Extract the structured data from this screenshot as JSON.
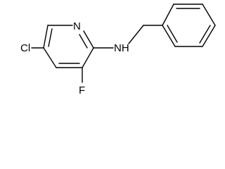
{
  "molecule": {
    "atoms": {
      "N_ring": "N",
      "Cl": "Cl",
      "NH": "NH",
      "F": "F"
    },
    "colors": {
      "bond": "#000000",
      "label": "#000000",
      "background": "#ffffff"
    }
  }
}
